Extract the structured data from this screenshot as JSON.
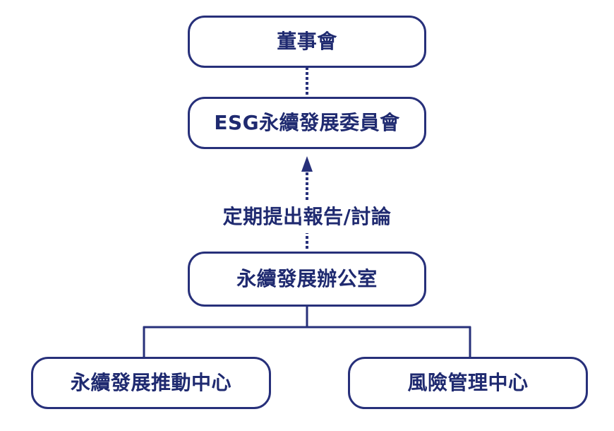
{
  "diagram": {
    "nodes": {
      "board": "董事會",
      "esg_committee": "ESG永續發展委員會",
      "sustainability_office": "永續發展辦公室",
      "promotion_center": "永續發展推動中心",
      "risk_center": "風險管理中心"
    },
    "edge_label": "定期提出報告/討論"
  },
  "colors": {
    "line": "#27307a",
    "text": "#1f2a70",
    "background": "#ffffff"
  }
}
